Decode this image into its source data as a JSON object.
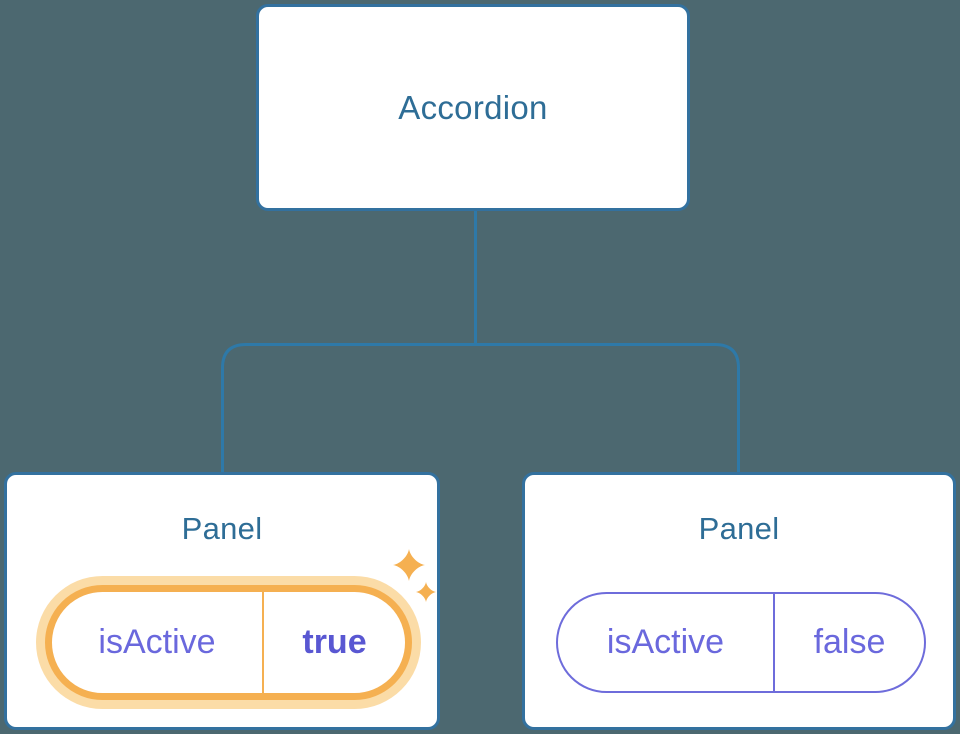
{
  "tree": {
    "root": {
      "label": "Accordion"
    },
    "panels": [
      {
        "title": "Panel",
        "state_key": "isActive",
        "state_value": "true",
        "active": true,
        "highlight": "sparkles-icon"
      },
      {
        "title": "Panel",
        "state_key": "isActive",
        "state_value": "false",
        "active": false
      }
    ]
  },
  "colors": {
    "background": "#4C6870",
    "node_border": "#33719F",
    "connector_line": "#2E79A8",
    "node_title_text": "#2E6D96",
    "state_text_purple": "#6A68DD",
    "state_value_active_purple": "#5957D2",
    "inactive_pill_border": "#6E6CDB",
    "highlight_orange": "#F5B051",
    "highlight_halo": "#FBDCA7"
  }
}
